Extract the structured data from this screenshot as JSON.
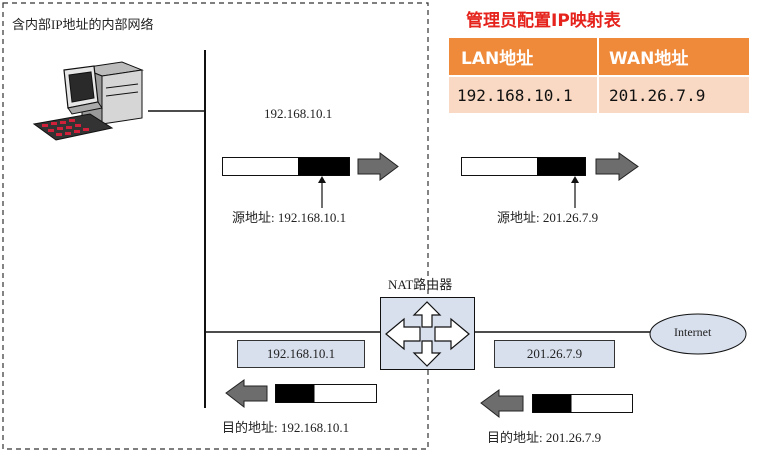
{
  "network_area_label": "含内部IP地址的内部网络",
  "table": {
    "title": "管理员配置IP映射表",
    "headers": [
      "LAN地址",
      "WAN地址"
    ],
    "row": [
      "192.168.10.1",
      "201.26.7.9"
    ]
  },
  "outgoing": {
    "ip_label": "192.168.10.1",
    "source_lan": "源地址: 192.168.10.1",
    "source_wan": "源地址: 201.26.7.9"
  },
  "router_label": "NAT路由器",
  "internet_label": "Internet",
  "incoming": {
    "lan_box": "192.168.10.1",
    "wan_box": "201.26.7.9",
    "dest_lan": "目的地址: 192.168.10.1",
    "dest_wan": "目的地址: 201.26.7.9"
  },
  "colors": {
    "title_red": "#e5231c",
    "header_orange": "#ef8a3a",
    "row_peach": "#f9d9c4",
    "box_blue": "#d8e0ee",
    "arrow_gray": "#6d6d6d"
  }
}
